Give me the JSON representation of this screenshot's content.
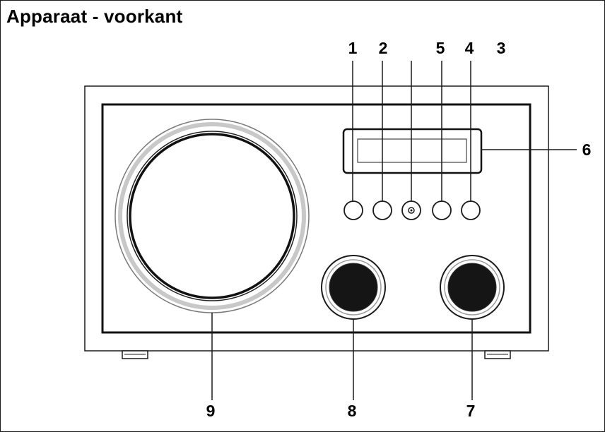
{
  "title": "Apparaat - voorkant",
  "callouts": {
    "c1": "1",
    "c2": "2",
    "c3": "3",
    "c4": "4",
    "c5": "5",
    "c6": "6",
    "c7": "7",
    "c8": "8",
    "c9": "9"
  },
  "colors": {
    "line": "#1a1a1a",
    "knob": "#151515",
    "background": "#ffffff"
  }
}
